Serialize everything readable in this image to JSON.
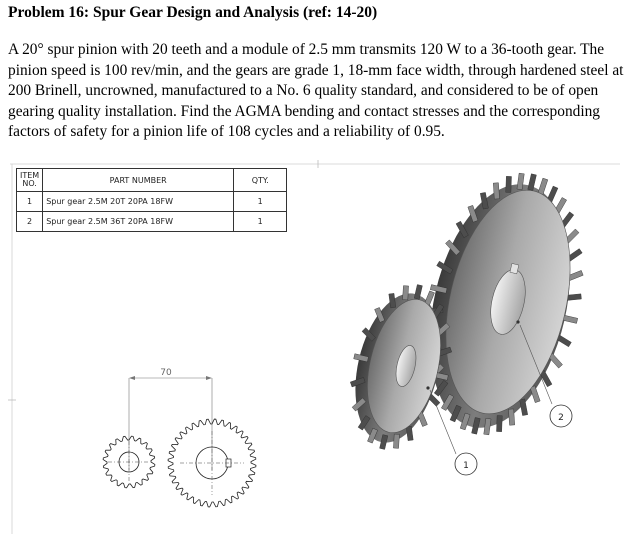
{
  "problem": {
    "title": "Problem 16: Spur Gear Design and Analysis (ref: 14-20)",
    "text": "A 20° spur pinion with 20 teeth and a module of 2.5 mm transmits 120 W to a 36-tooth gear. The pinion speed is 100 rev/min, and the gears are grade 1, 18-mm face width, through hardened steel at 200 Brinell, uncrowned, manufactured to a No. 6 quality standard, and considered to be of open gearing quality installation. Find the AGMA bending and contact stresses and the corresponding factors of safety for a pinion life of 108 cycles and a reliability of 0.95."
  },
  "bom": {
    "headers": {
      "item_line1": "ITEM",
      "item_line2": "NO.",
      "part": "PART NUMBER",
      "qty": "QTY."
    },
    "rows": [
      {
        "item": "1",
        "part": "Spur gear 2.5M 20T 20PA 18FW",
        "qty": "1"
      },
      {
        "item": "2",
        "part": "Spur gear 2.5M 36T 20PA 18FW",
        "qty": "1"
      }
    ]
  },
  "drawing": {
    "center_distance_label": "70",
    "balloon_1": "1",
    "balloon_2": "2"
  }
}
